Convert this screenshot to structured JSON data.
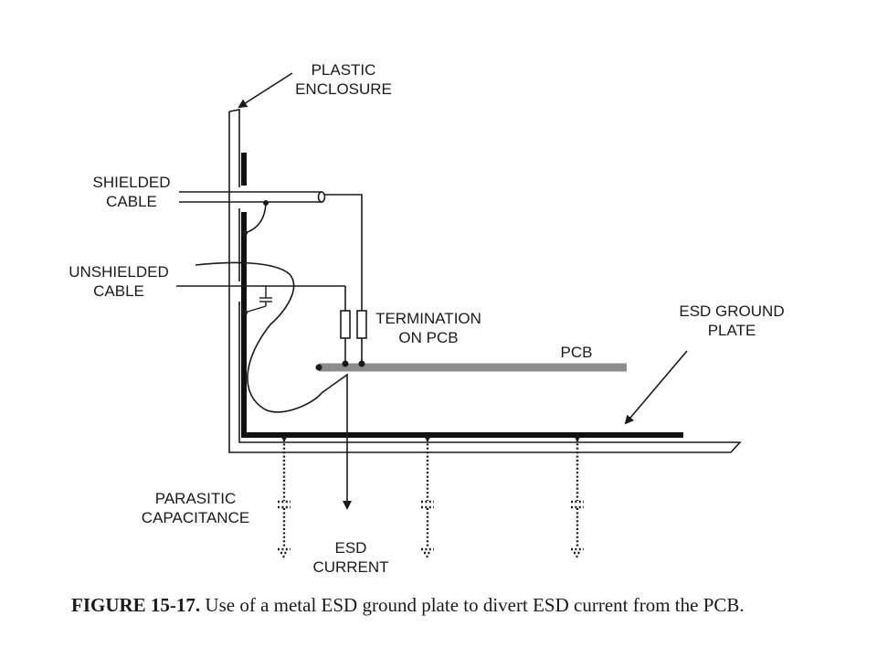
{
  "diagram": {
    "labels": {
      "plastic_enclosure": "PLASTIC\nENCLOSURE",
      "shielded_cable": "SHIELDED\nCABLE",
      "unshielded_cable": "UNSHIELDED\nCABLE",
      "termination_on_pcb": "TERMINATION\nON PCB",
      "pcb": "PCB",
      "esd_ground_plate": "ESD GROUND\nPLATE",
      "parasitic_capacitance": "PARASITIC\nCAPACITANCE",
      "esd_current": "ESD\nCURRENT"
    },
    "colors": {
      "line": "#1a1a1a",
      "pcb": "#8c8c8c",
      "ground_plate": "#111111"
    }
  },
  "caption": {
    "number": "FIGURE 15-17.",
    "text": "Use of a metal ESD ground plate to divert ESD current from the PCB."
  }
}
